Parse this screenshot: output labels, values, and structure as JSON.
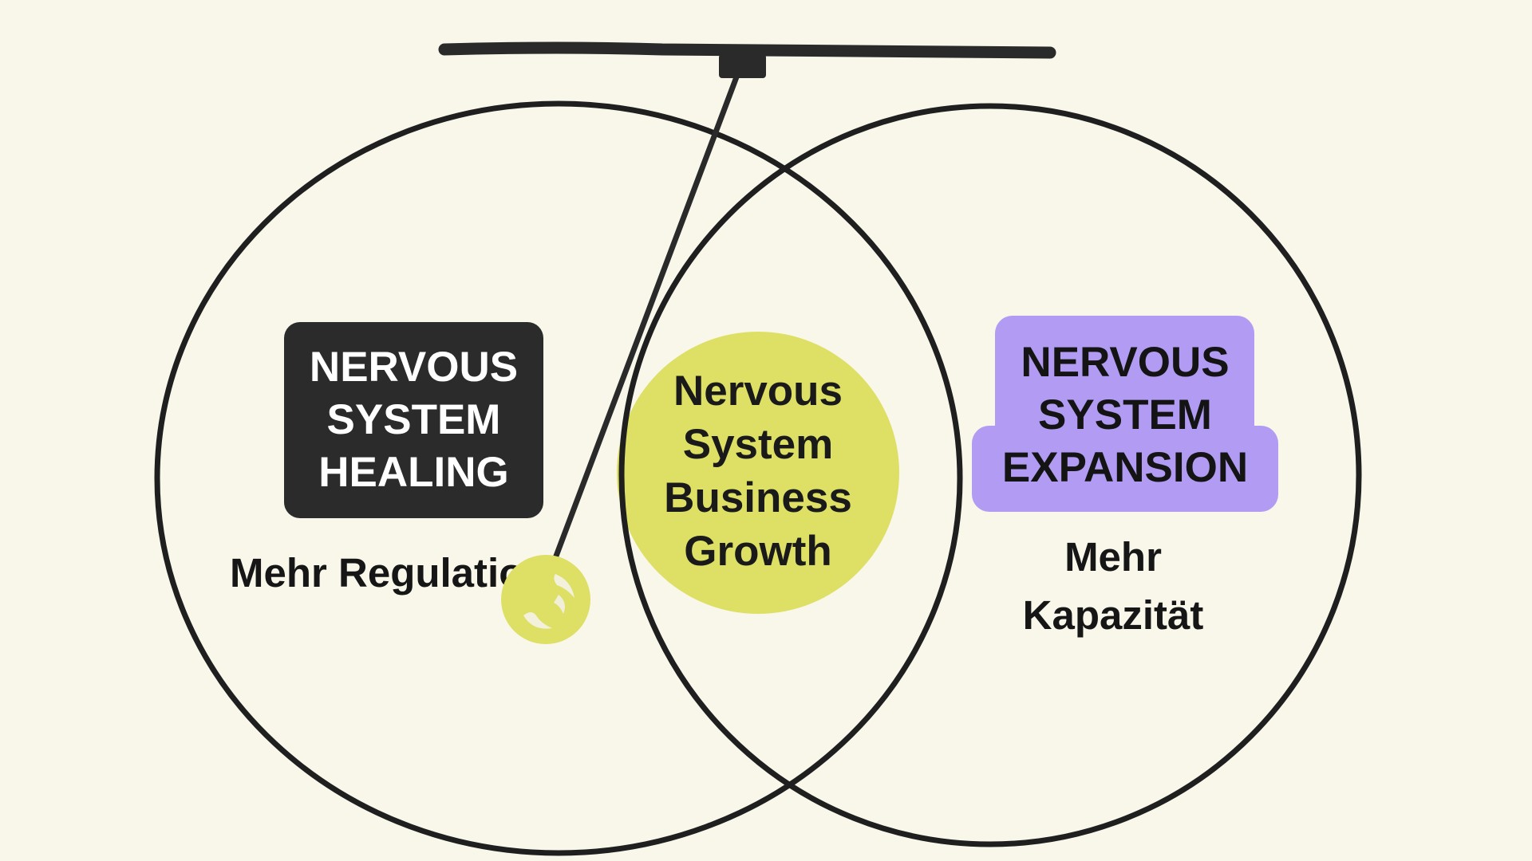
{
  "diagram": {
    "left_box": {
      "lines": [
        "NERVOUS",
        "SYSTEM",
        "HEALING"
      ],
      "color": "#2b2b2b",
      "text_color": "#ffffff"
    },
    "left_sub": "Mehr Regulation",
    "center": {
      "lines": [
        "Nervous",
        "System",
        "Business",
        "Growth"
      ],
      "color": "#dde065"
    },
    "right_box": {
      "lines": [
        "NERVOUS",
        "SYSTEM",
        "EXPANSION"
      ],
      "color": "#b29bf3"
    },
    "right_sub": {
      "lines": [
        "Mehr",
        "Kapazität"
      ]
    },
    "colors": {
      "background": "#f8f7ea",
      "stroke": "#1f1f1f",
      "pendulum_bob": "#dde065"
    },
    "icons": {
      "pendulum": "pendulum-icon"
    }
  }
}
